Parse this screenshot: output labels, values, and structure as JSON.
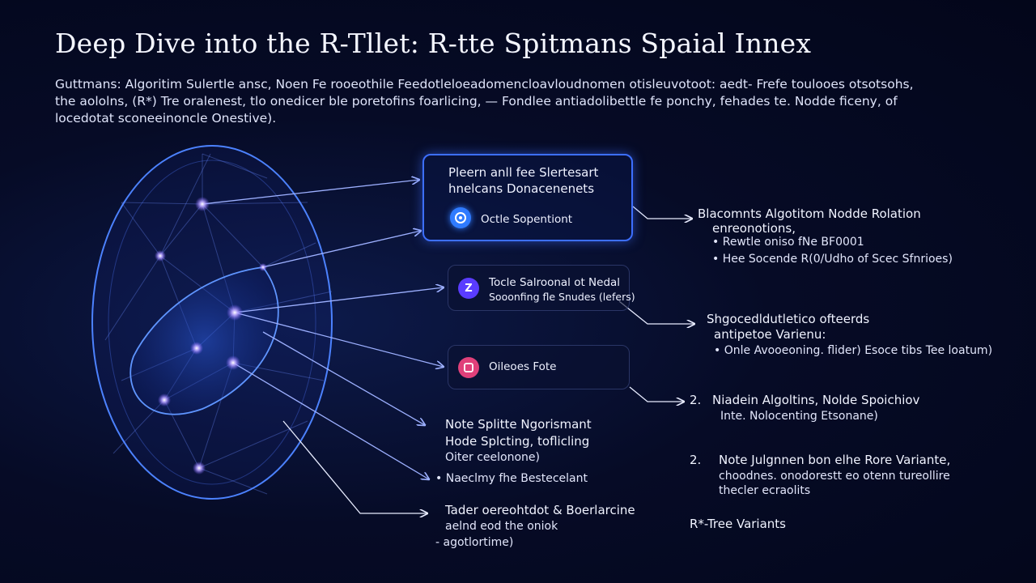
{
  "title": "Deep Dive into the R-Tllet: R-tte Spitmans Spaial Innex",
  "intro": "Guttmans: Algoritim Sulertle ansc, Noen Fe rooeothile Feedotleloeadomencloavloudnomen otisleuvotoot: aedt- Frefe toulooes otsotsohs, the aololns, (R*) Tre oralenest, tlo onedicer ble poretofins foarlicing, — Fondlee antiadolibettle fe ponchy, fehades te. Nodde ficeny, of locedotat sconeeinoncle Onestive).",
  "boxes": {
    "main": {
      "line1": "Pleern anll fee Slertesart",
      "line2": "hnelcans Donacenenets",
      "icon_label": "Octle Sopentiont",
      "icon": "target-icon",
      "icon_color": "#2f7bff"
    },
    "node": {
      "line1": "Tocle Salroonal ot Nedal",
      "line2": "Sooonfing fle Snudes (lefers)",
      "icon": "hourglass-icon",
      "icon_glyph": "Z",
      "icon_color": "#5a3cff"
    },
    "choose": {
      "label": "Oileoes Fote",
      "icon": "document-icon",
      "icon_color": "#e0407a"
    }
  },
  "right": {
    "block1": {
      "title": "Blacomnts Algotitom Nodde Rolation",
      "sub": "enreonotions,",
      "items": [
        "Rewtle oniso fNe BF0001",
        "Hee Socende R(0/Udho of Scec Sfnrioes)"
      ]
    },
    "block2": {
      "title": "Shgocedldutletico ofteerds",
      "sub": "antipetoe Varienu:",
      "items": [
        "Onle Avooeoning. flider) Esoce tibs Tee loatum)"
      ]
    },
    "block3": {
      "num": "2.",
      "title": "Niadein Algoltins, Nolde Spoichiov",
      "sub": "Inte. Nolocenting Etsonane)"
    },
    "block4": {
      "num": "2.",
      "title": "Note Julgnnen bon elhe Rore Variante,",
      "line2": "choodnes. onodorestt eo otenn tureollire",
      "line3": "thecler ecraolits"
    },
    "variants": "R*-Tree Variants"
  },
  "middle": {
    "block1": {
      "line1": "Note Splitte Ngorismant",
      "line2": "Hode Splcting, toflicling",
      "line3": "Oiter ceelonone)"
    },
    "item": "Naeclmy fhe Bestecelant",
    "block2": {
      "line1": "Tader oereohtdot & Boerlarcine",
      "line2": "aelnd eod the oniok",
      "line3": "agotlortime)"
    }
  },
  "colors": {
    "accent": "#3d6fff",
    "node": "#b59cff",
    "line": "#8aa0ff"
  }
}
